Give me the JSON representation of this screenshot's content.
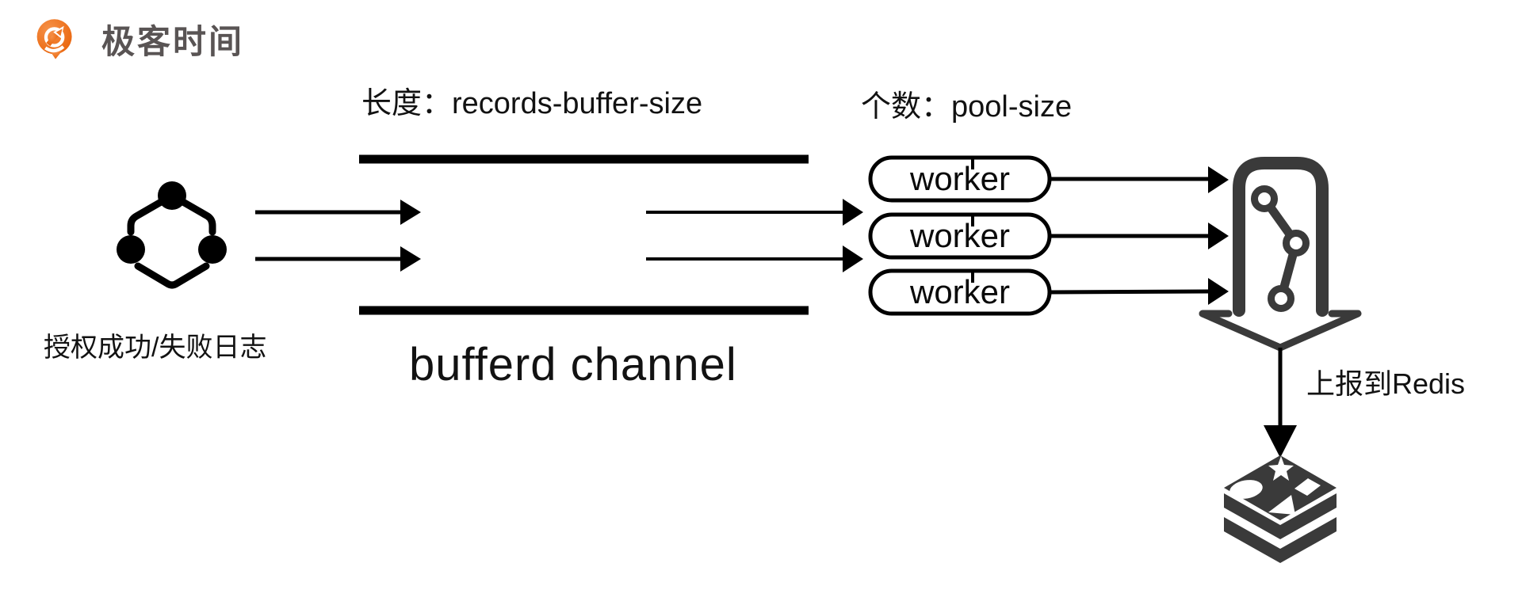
{
  "brand": {
    "name": "极客时间",
    "logo_orange": "#EE7623",
    "text_color": "#595454"
  },
  "source": {
    "label": "授权成功/失败日志",
    "icon": "share-graph-icon"
  },
  "channel": {
    "length_label": "长度：records-buffer-size",
    "caption": "bufferd channel"
  },
  "pool": {
    "count_label": "个数：pool-size",
    "workers": [
      "worker",
      "worker",
      "worker"
    ]
  },
  "sink": {
    "flow_label": "上报到Redis",
    "collector_icon": "funnel-arrow-commit-graph-icon",
    "database_icon": "redis-stack-icon"
  },
  "colors": {
    "diagram_stroke": "#000000",
    "icon_charcoal": "#3A3A3A",
    "background": "#FFFFFF"
  }
}
